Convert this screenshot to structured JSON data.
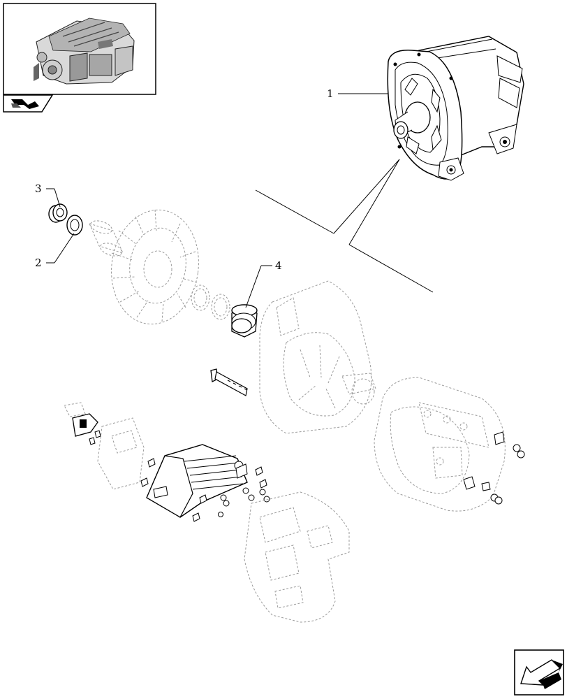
{
  "callouts": [
    {
      "id": "1",
      "label": "1"
    },
    {
      "id": "2",
      "label": "2"
    },
    {
      "id": "3",
      "label": "3"
    },
    {
      "id": "4",
      "label": "4"
    }
  ],
  "icons": {
    "thumbnail": "engine-thumbnail-icon",
    "section_tab": "section-arrow-icon",
    "nav": "next-page-arrow-icon"
  },
  "colors": {
    "line": "#000000",
    "hidden_parts": "#9a9a9a",
    "part_fill": "#ffffff",
    "shade": "#7a7a7a"
  }
}
